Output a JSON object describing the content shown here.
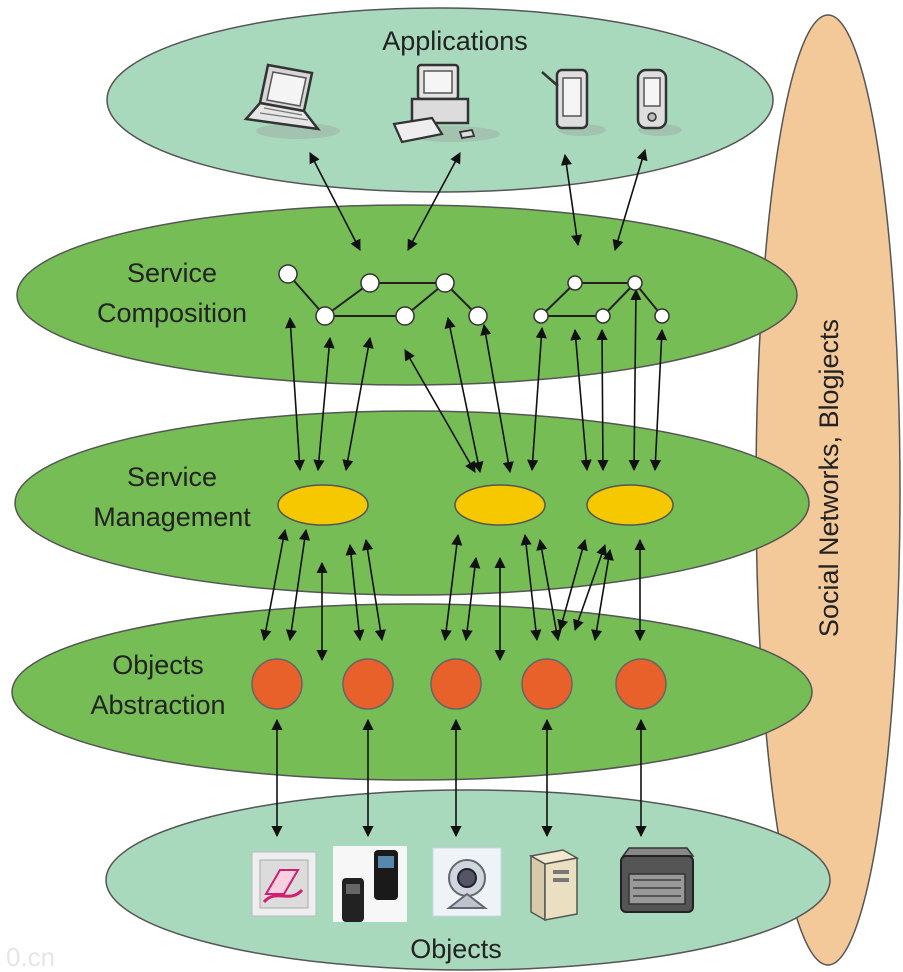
{
  "layers": {
    "applications": {
      "label": "Applications"
    },
    "composition": {
      "line1": "Service",
      "line2": "Composition"
    },
    "management": {
      "line1": "Service",
      "line2": "Management"
    },
    "abstraction": {
      "line1": "Objects",
      "line2": "Abstraction"
    },
    "objects": {
      "label": "Objects"
    }
  },
  "side_panel": {
    "label": "Social Networks, Blogjects"
  },
  "watermark": {
    "text": "0.cn"
  },
  "devices": {
    "applications": [
      "laptop-icon",
      "desktop-computer-icon",
      "tablet-icon",
      "pda-icon"
    ],
    "objects": [
      "rfid-tag-icon",
      "mobile-phones-icon",
      "webcam-icon",
      "server-tower-icon",
      "printer-icon"
    ]
  },
  "colors": {
    "top_bottom_ellipse": "#a9d9bd",
    "middle_ellipse": "#76bd55",
    "side_panel": "#f3c99a",
    "service_node": "#f5c800",
    "object_node": "#e8602a",
    "outline": "#333333"
  }
}
